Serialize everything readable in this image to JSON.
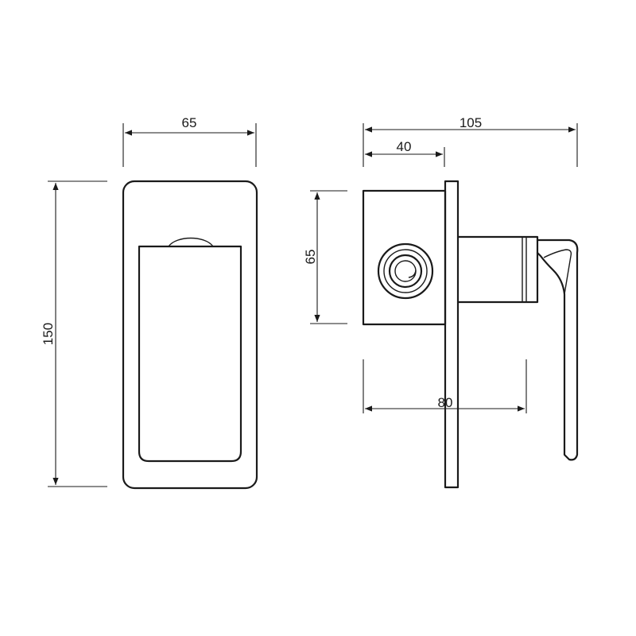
{
  "dimensions": {
    "front_width": "65",
    "front_height": "150",
    "side_total_depth": "105",
    "side_body_depth": "40",
    "side_body_height": "65",
    "side_spindle_length": "80"
  },
  "colors": {
    "line": "#1a1a1a",
    "background": "#ffffff"
  }
}
